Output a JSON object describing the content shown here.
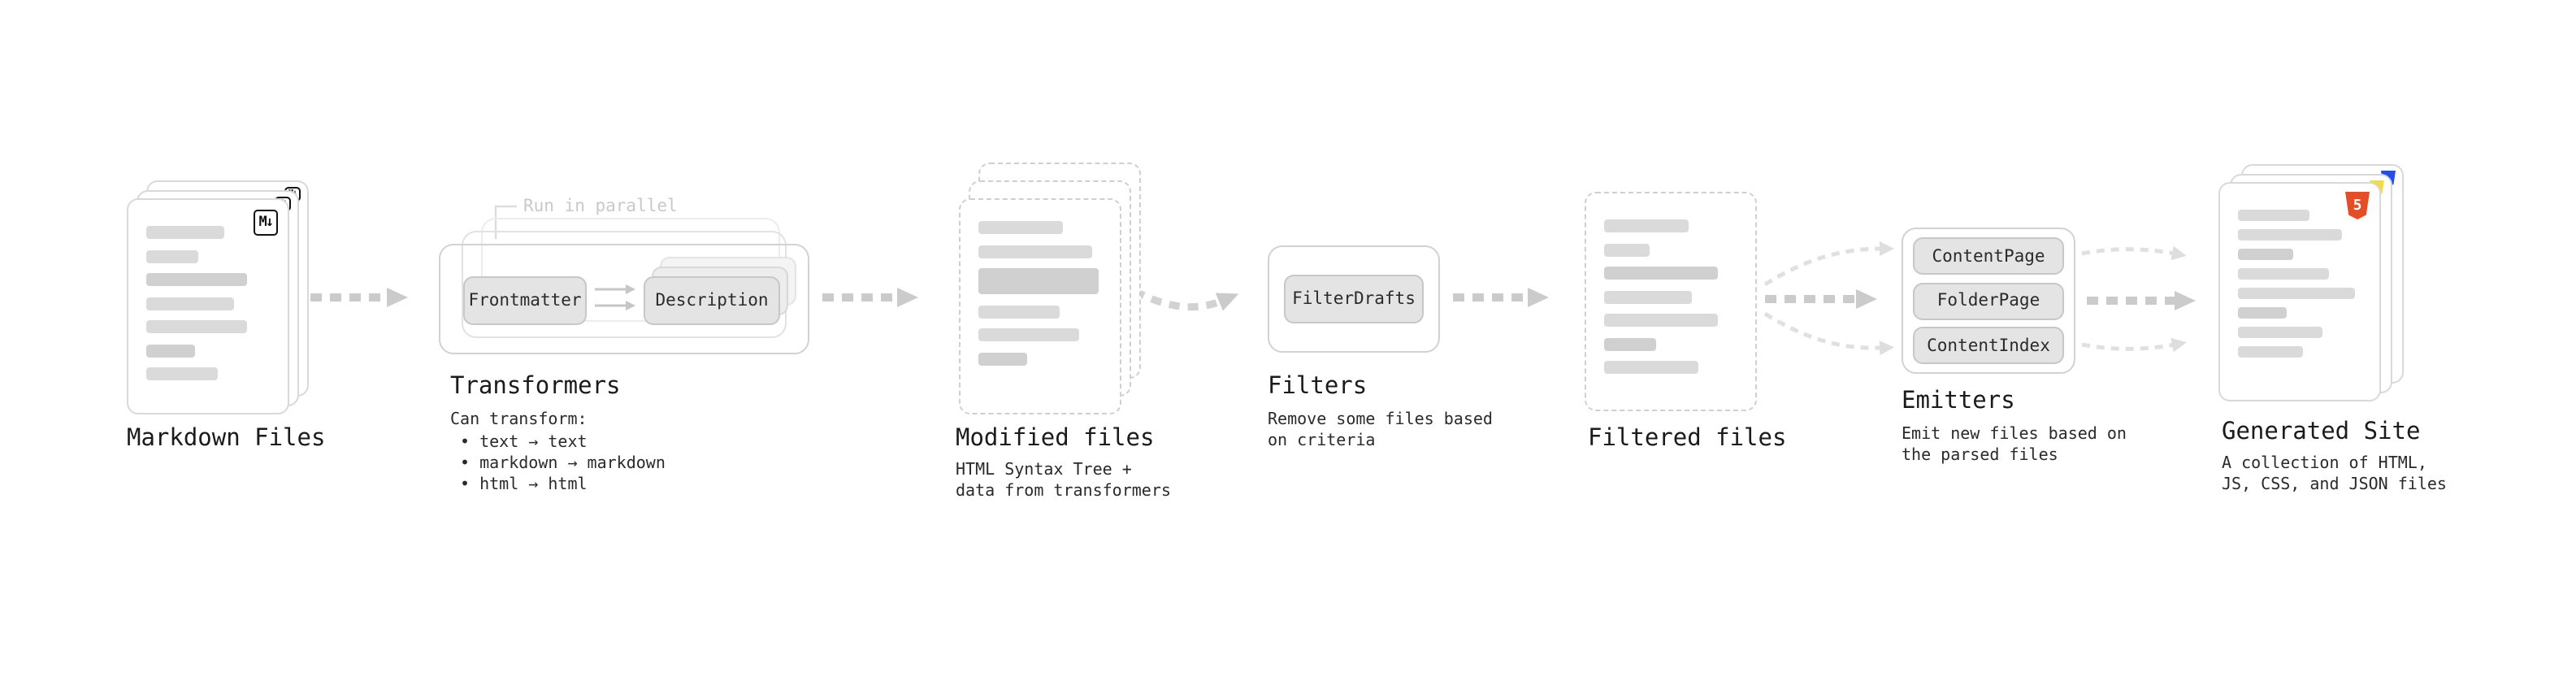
{
  "modules": {
    "markdown_files": {
      "label": "Markdown Files",
      "badge": "M↓"
    },
    "transformers": {
      "callout": "Run in parallel",
      "step1": "Frontmatter",
      "step2": "Description",
      "label": "Transformers",
      "desc_title": "Can transform:",
      "bullets": [
        "• text → text",
        "• markdown → markdown",
        "• html → html"
      ]
    },
    "modified_files": {
      "label": "Modified files",
      "desc": "HTML Syntax Tree +\ndata from transformers"
    },
    "filters": {
      "step1": "FilterDrafts",
      "label": "Filters",
      "desc": "Remove some files based\non criteria"
    },
    "filtered_files": {
      "label": "Filtered files"
    },
    "emitters": {
      "step1": "ContentPage",
      "step2": "FolderPage",
      "step3": "ContentIndex",
      "label": "Emitters",
      "desc": "Emit new files based on\nthe parsed files"
    },
    "generated_site": {
      "label": "Generated Site",
      "badge_html": "5",
      "desc": "A collection of HTML,\nJS, CSS, and JSON files"
    }
  },
  "colors": {
    "arrow": "#cbcbcb",
    "arrow_light": "#e2e2e2",
    "card_border": "#d9d9d9",
    "dashed_border": "#cfcfcf",
    "skeleton_bar": "#d9d9d9",
    "node_bg": "#e4e4e4",
    "html5_badge": "#e44d26",
    "js_badge": "#f0db4f",
    "css_badge": "#264de4"
  }
}
